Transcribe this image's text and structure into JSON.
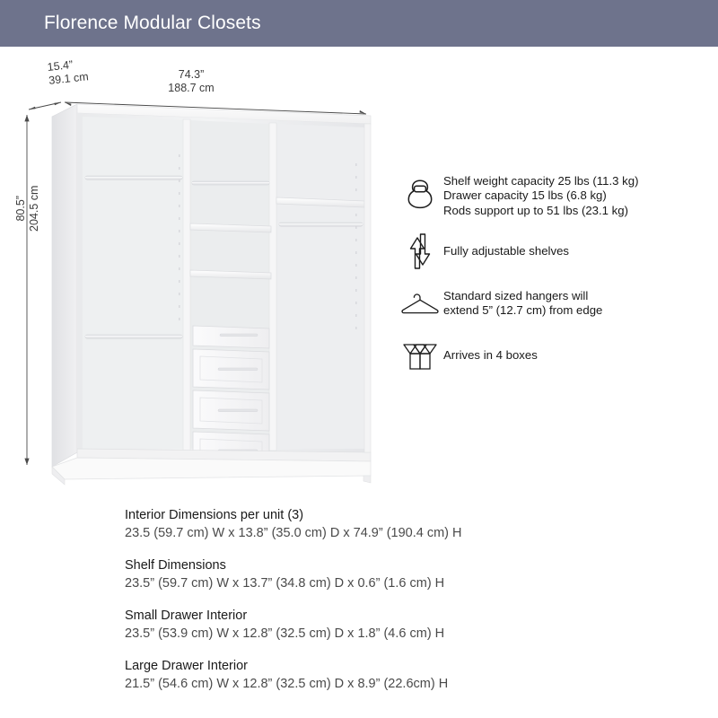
{
  "header": {
    "title": "Florence Modular Closets",
    "background_color": "#6e738c",
    "text_color": "#ffffff"
  },
  "illustration": {
    "name": "closet-cutaway-illustration",
    "dimensions": {
      "depth": {
        "inches": "15.4”",
        "cm": "39.1 cm"
      },
      "width": {
        "inches": "74.3”",
        "cm": "188.7 cm"
      },
      "height": {
        "inches": "80.5”",
        "cm": "204.5 cm"
      }
    },
    "bays": [
      {
        "name": "left-bay",
        "rods": 2,
        "shelves": 0
      },
      {
        "name": "center-bay",
        "rods": 1,
        "shelves": 2,
        "drawers": 4
      },
      {
        "name": "right-bay",
        "rods": 1,
        "shelves": 1
      }
    ],
    "drawers": {
      "small": 1,
      "large": 3,
      "total": 4
    }
  },
  "features": [
    {
      "icon": "kettlebell-icon",
      "lines": [
        "Shelf weight capacity 25 lbs (11.3 kg)",
        "Drawer capacity 15 lbs (6.8 kg)",
        "Rods support up to 51 lbs (23.1 kg)"
      ]
    },
    {
      "icon": "up-down-arrows-icon",
      "lines": [
        "Fully adjustable shelves"
      ]
    },
    {
      "icon": "hanger-icon",
      "lines": [
        "Standard sized hangers will",
        "extend 5” (12.7 cm) from edge"
      ]
    },
    {
      "icon": "open-box-icon",
      "lines": [
        "Arrives in 4 boxes"
      ]
    }
  ],
  "specs": [
    {
      "title": "Interior Dimensions per unit (3)",
      "value": "23.5 (59.7 cm) W x 13.8” (35.0 cm) D x 74.9” (190.4 cm) H"
    },
    {
      "title": "Shelf Dimensions",
      "value": "23.5” (59.7 cm) W x 13.7” (34.8 cm) D x 0.6” (1.6 cm) H"
    },
    {
      "title": "Small Drawer Interior",
      "value": "23.5” (53.9 cm) W x 12.8” (32.5 cm) D x 1.8” (4.6 cm) H"
    },
    {
      "title": "Large Drawer Interior",
      "value": "21.5” (54.6 cm) W x 12.8” (32.5 cm) D x 8.9” (22.6cm) H"
    }
  ]
}
